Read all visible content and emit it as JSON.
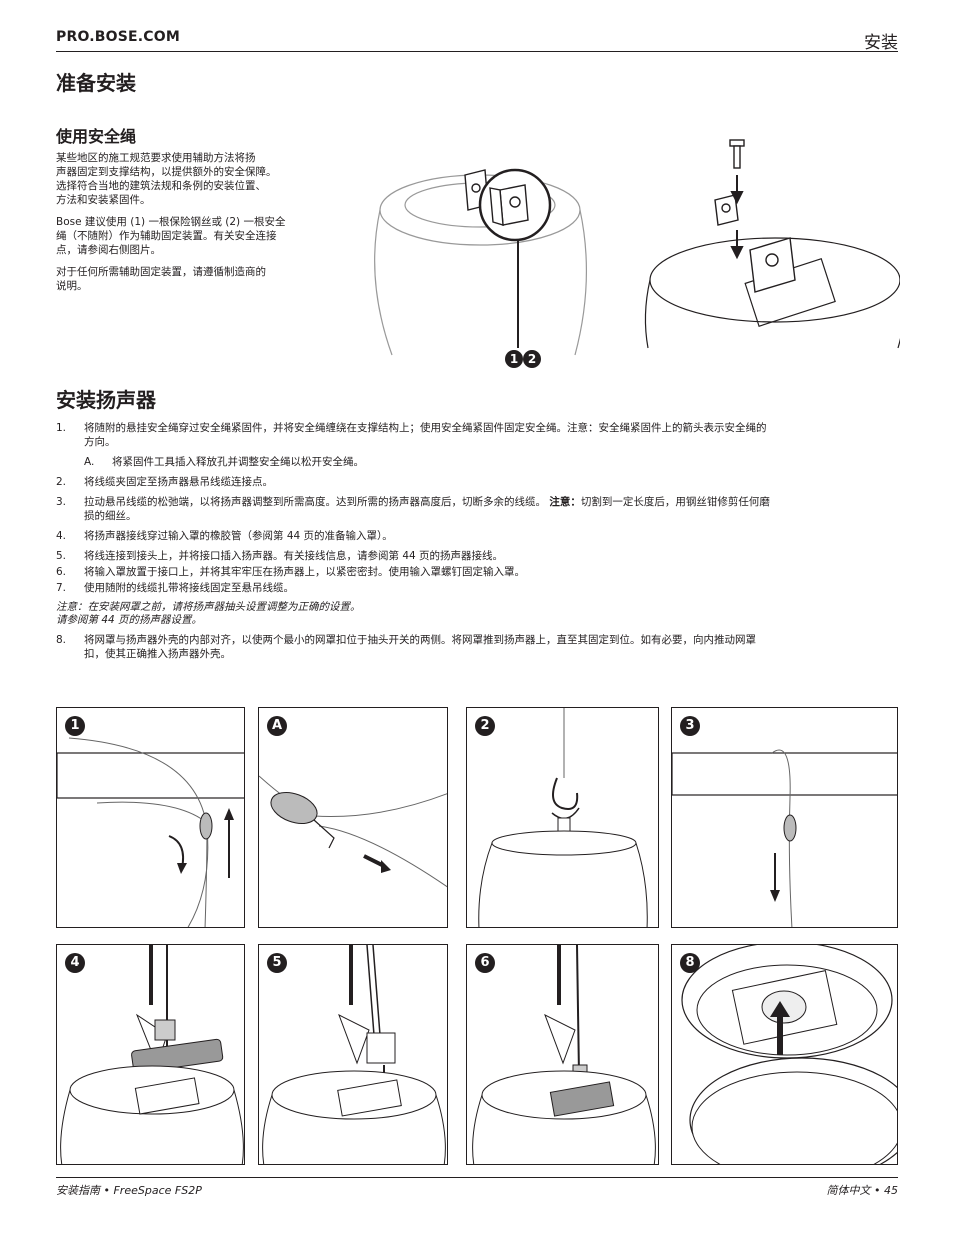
{
  "header": {
    "site": "PRO.BOSE.COM",
    "section": "安装"
  },
  "prep": {
    "title": "准备安装",
    "safety_title": "使用安全绳",
    "paragraphs": [
      [
        "某些地区的施工规范要求使用辅助方法将扬",
        "声器固定到支撑结构，以提供额外的安全保障。",
        "选择符合当地的建筑法规和条例的安装位置、",
        "方法和安装紧固件。"
      ],
      [
        "Bose 建议使用 (1) 一根保险钢丝或 (2) 一根安全",
        "绳（不随附）作为辅助固定装置。有关安全连接",
        "点，请参阅右侧图片。"
      ],
      [
        "对于任何所需辅助固定装置，请遵循制造商的",
        "说明。"
      ]
    ],
    "figure_badges": [
      "1",
      "2"
    ]
  },
  "install": {
    "title": "安装扬声器",
    "steps": [
      {
        "num": "1.",
        "lines": [
          "将随附的悬挂安全绳穿过安全绳紧固件，并将安全绳缠绕在支撑结构上；使用安全绳紧固件固定安全绳。注意：安全绳紧固件上的箭头表示安全绳的",
          "方向。"
        ]
      },
      {
        "num": "A.",
        "lines": [
          "将紧固件工具插入释放孔并调整安全绳以松开安全绳。"
        ]
      },
      {
        "num": "2.",
        "lines": [
          "将线缆夹固定至扬声器悬吊线缆连接点。"
        ]
      },
      {
        "num": "3.",
        "lines": [
          "拉动悬吊线缆的松弛端，以将扬声器调整到所需高度。达到所需的扬声器高度后，切断多余的线缆。",
          "损的细丝。"
        ],
        "bold": "注意：",
        "after": "切割到一定长度后，用钢丝钳修剪任何磨"
      },
      {
        "num": "4.",
        "lines": [
          "将扬声器接线穿过输入罩的橡胶管（参阅第 44 页的准备输入罩）。"
        ]
      },
      {
        "num": "5.",
        "lines": [
          "将线连接到接头上，并将接口插入扬声器。有关接线信息，请参阅第 44 页的扬声器接线。"
        ]
      },
      {
        "num": "6.",
        "lines": [
          "将输入罩放置于接口上，并将其牢牢压在扬声器上，以紧密密封。使用输入罩螺钉固定输入罩。"
        ]
      },
      {
        "num": "7.",
        "lines": [
          "使用随附的线缆扎带将接线固定至悬吊线缆。"
        ]
      }
    ],
    "note_lines": [
      "注意：在安装网罩之前，请将扬声器抽头设置调整为正确的设置。",
      "请参阅第 44 页的扬声器设置。"
    ],
    "step8": {
      "num": "8.",
      "lines": [
        "将网罩与扬声器外壳的内部对齐，以使两个最小的网罩扣位于抽头开关的两侧。将网罩推到扬声器上，直至其固定到位。如有必要，向内推动网罩",
        "扣，使其正确推入扬声器外壳。"
      ]
    }
  },
  "panels": [
    "1",
    "A",
    "2",
    "3",
    "4",
    "5",
    "6",
    "8"
  ],
  "footer": {
    "left": "安装指南 • FreeSpace FS2P",
    "right": "简体中文 • 45"
  }
}
